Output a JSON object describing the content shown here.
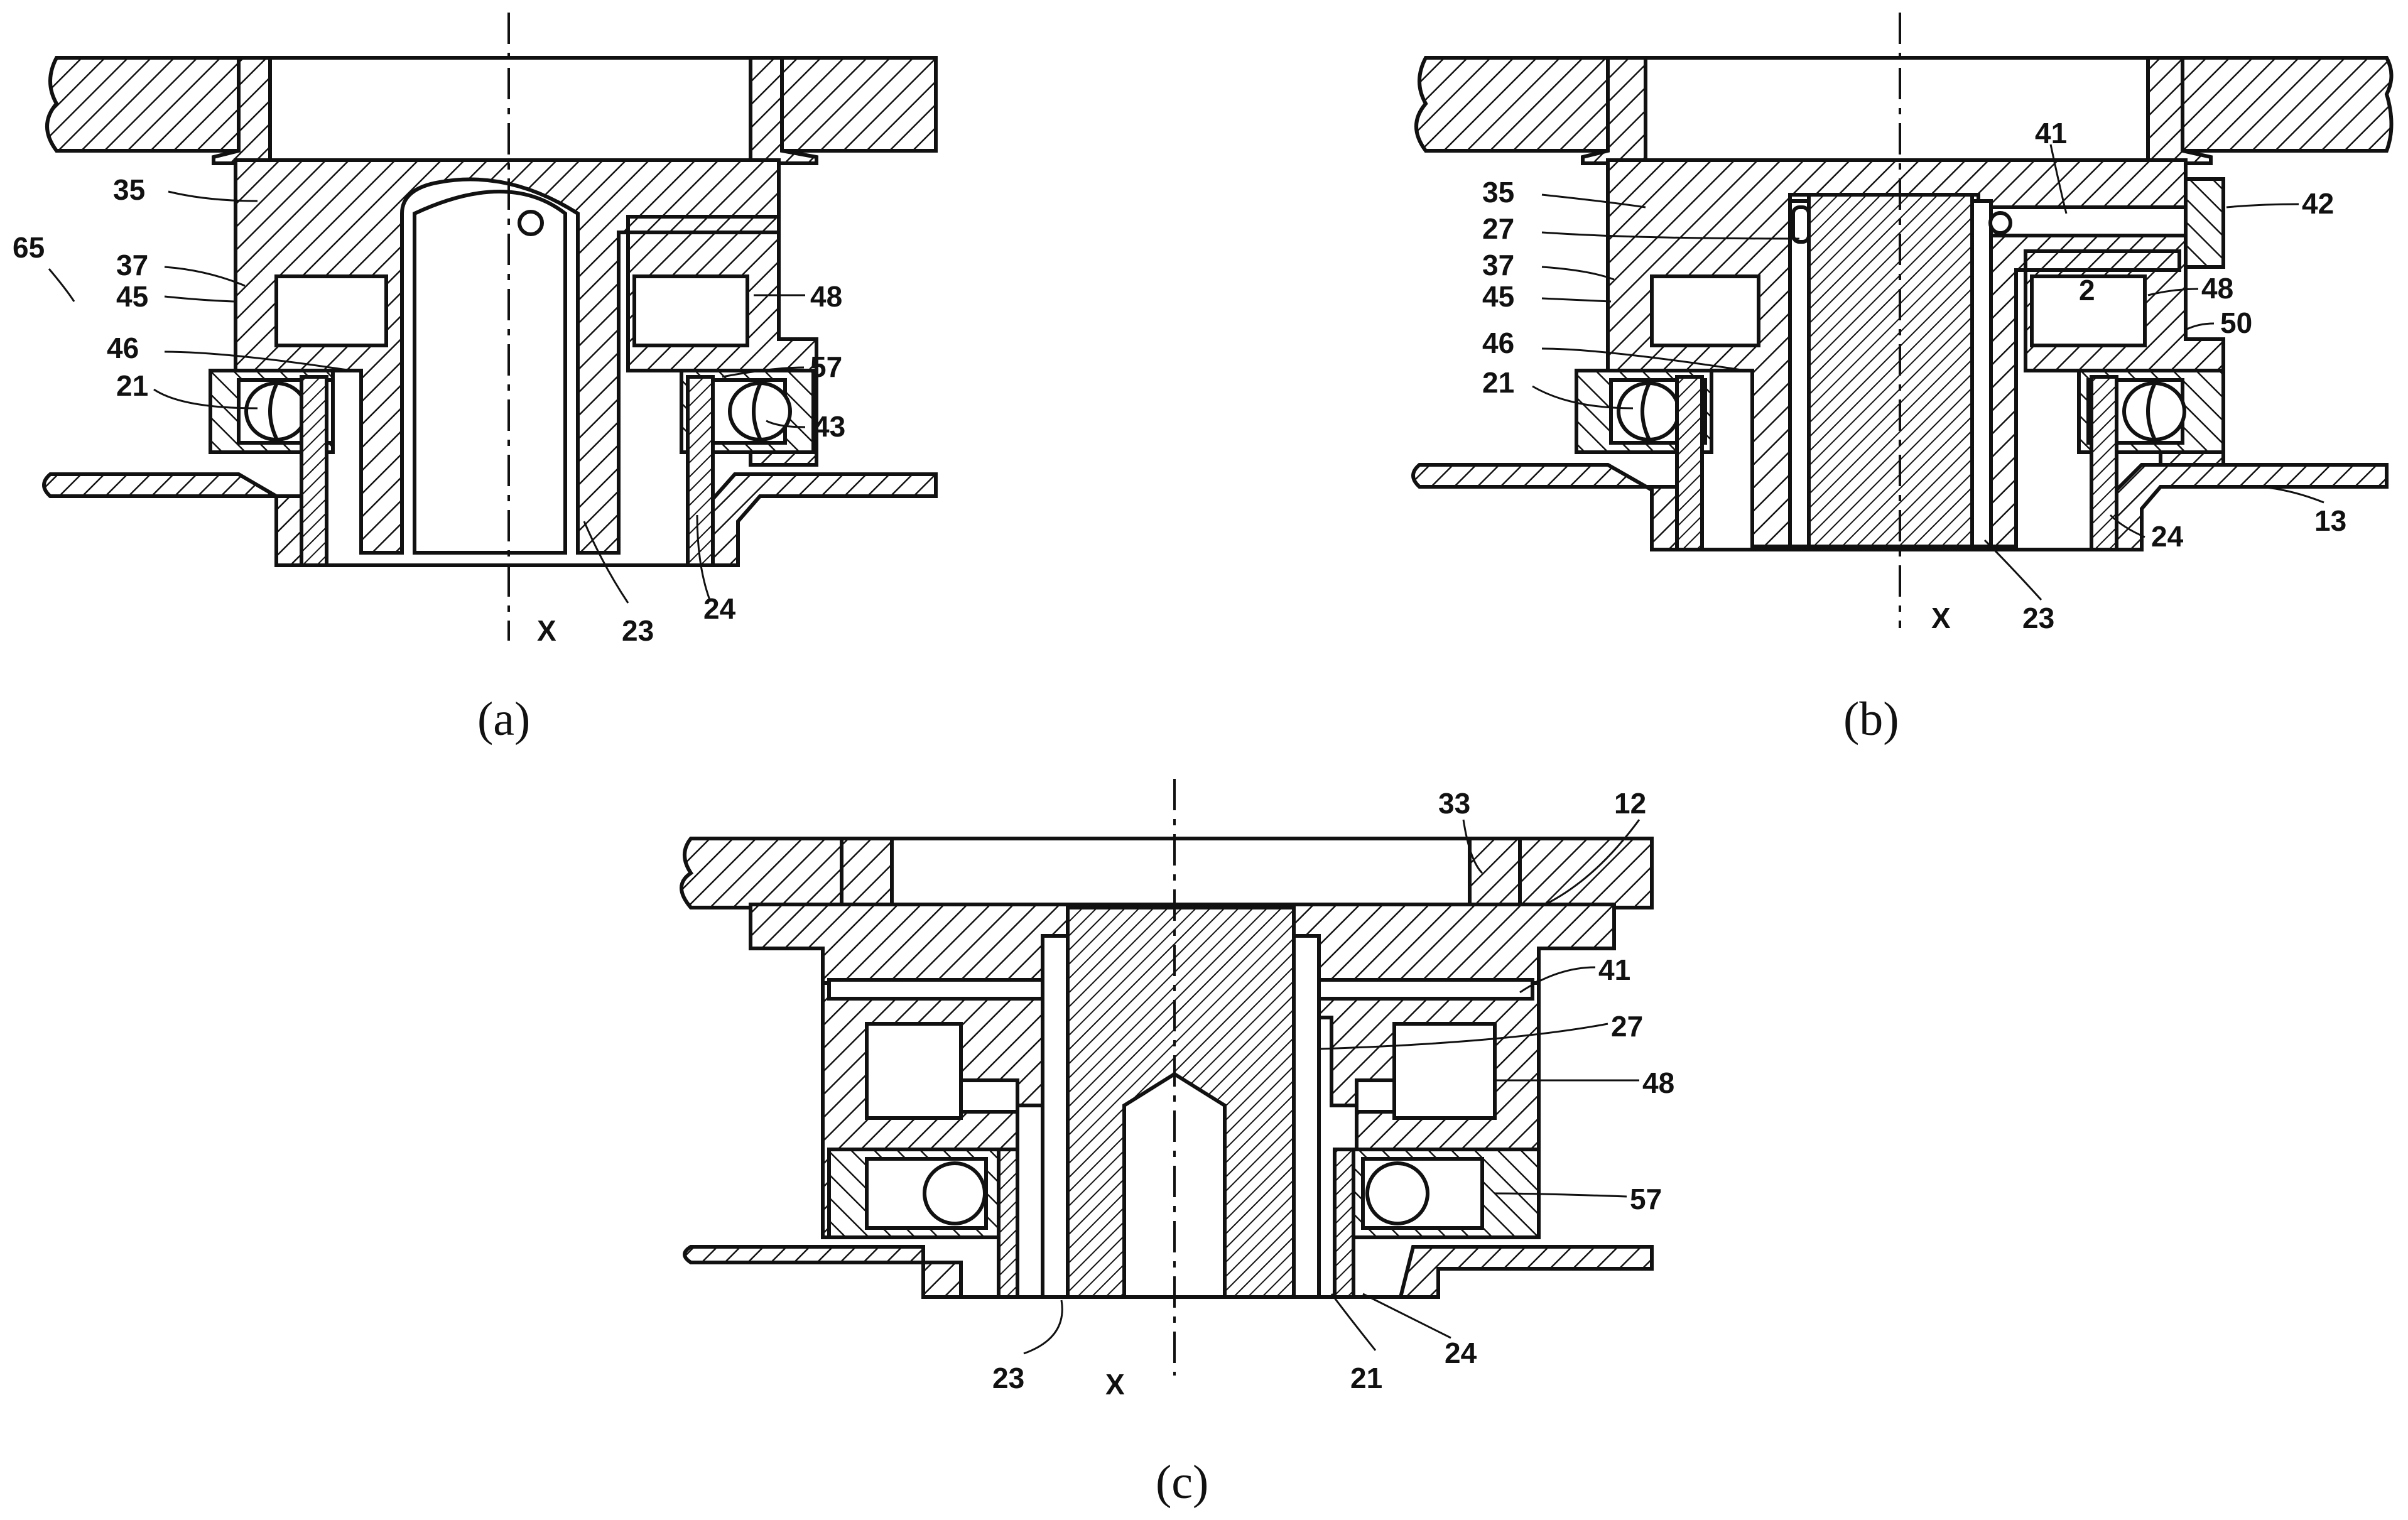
{
  "figure": {
    "panels": [
      {
        "id": "a",
        "caption": "(a)",
        "labels": [
          "35",
          "37",
          "45",
          "46",
          "21",
          "65",
          "48",
          "57",
          "43",
          "23",
          "24",
          "X"
        ]
      },
      {
        "id": "b",
        "caption": "(b)",
        "labels": [
          "41",
          "42",
          "35",
          "27",
          "37",
          "45",
          "46",
          "21",
          "2",
          "48",
          "50",
          "13",
          "24",
          "23",
          "X"
        ]
      },
      {
        "id": "c",
        "caption": "(c)",
        "labels": [
          "33",
          "12",
          "41",
          "27",
          "48",
          "57",
          "23",
          "21",
          "24",
          "X"
        ]
      }
    ]
  },
  "colors": {
    "line": "#111111",
    "hatch": "#111111",
    "background": "#ffffff"
  }
}
